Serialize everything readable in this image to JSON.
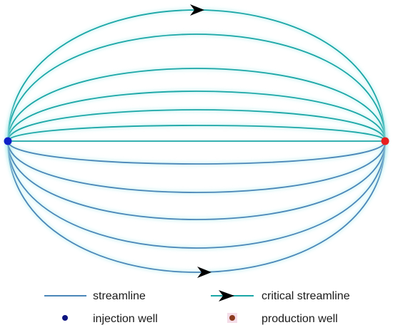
{
  "colors": {
    "streamline_upper": "#1aa6a6",
    "streamline_lower": "#4a86b8",
    "arrow": "#000000",
    "injection_well": "#1020c8",
    "production_well": "#e81f1f",
    "legend_injection_dot": "#0d1480",
    "legend_production_dot": "#8b3a1e",
    "legend_production_bg": "#f4dde8",
    "legend_text": "#1a1a1a"
  },
  "legend": {
    "streamline": "streamline",
    "critical_streamline": "critical streamline",
    "injection_well": "injection well",
    "production_well": "production well"
  },
  "streamlines": {
    "upper_count": 6,
    "lower_count": 5
  }
}
